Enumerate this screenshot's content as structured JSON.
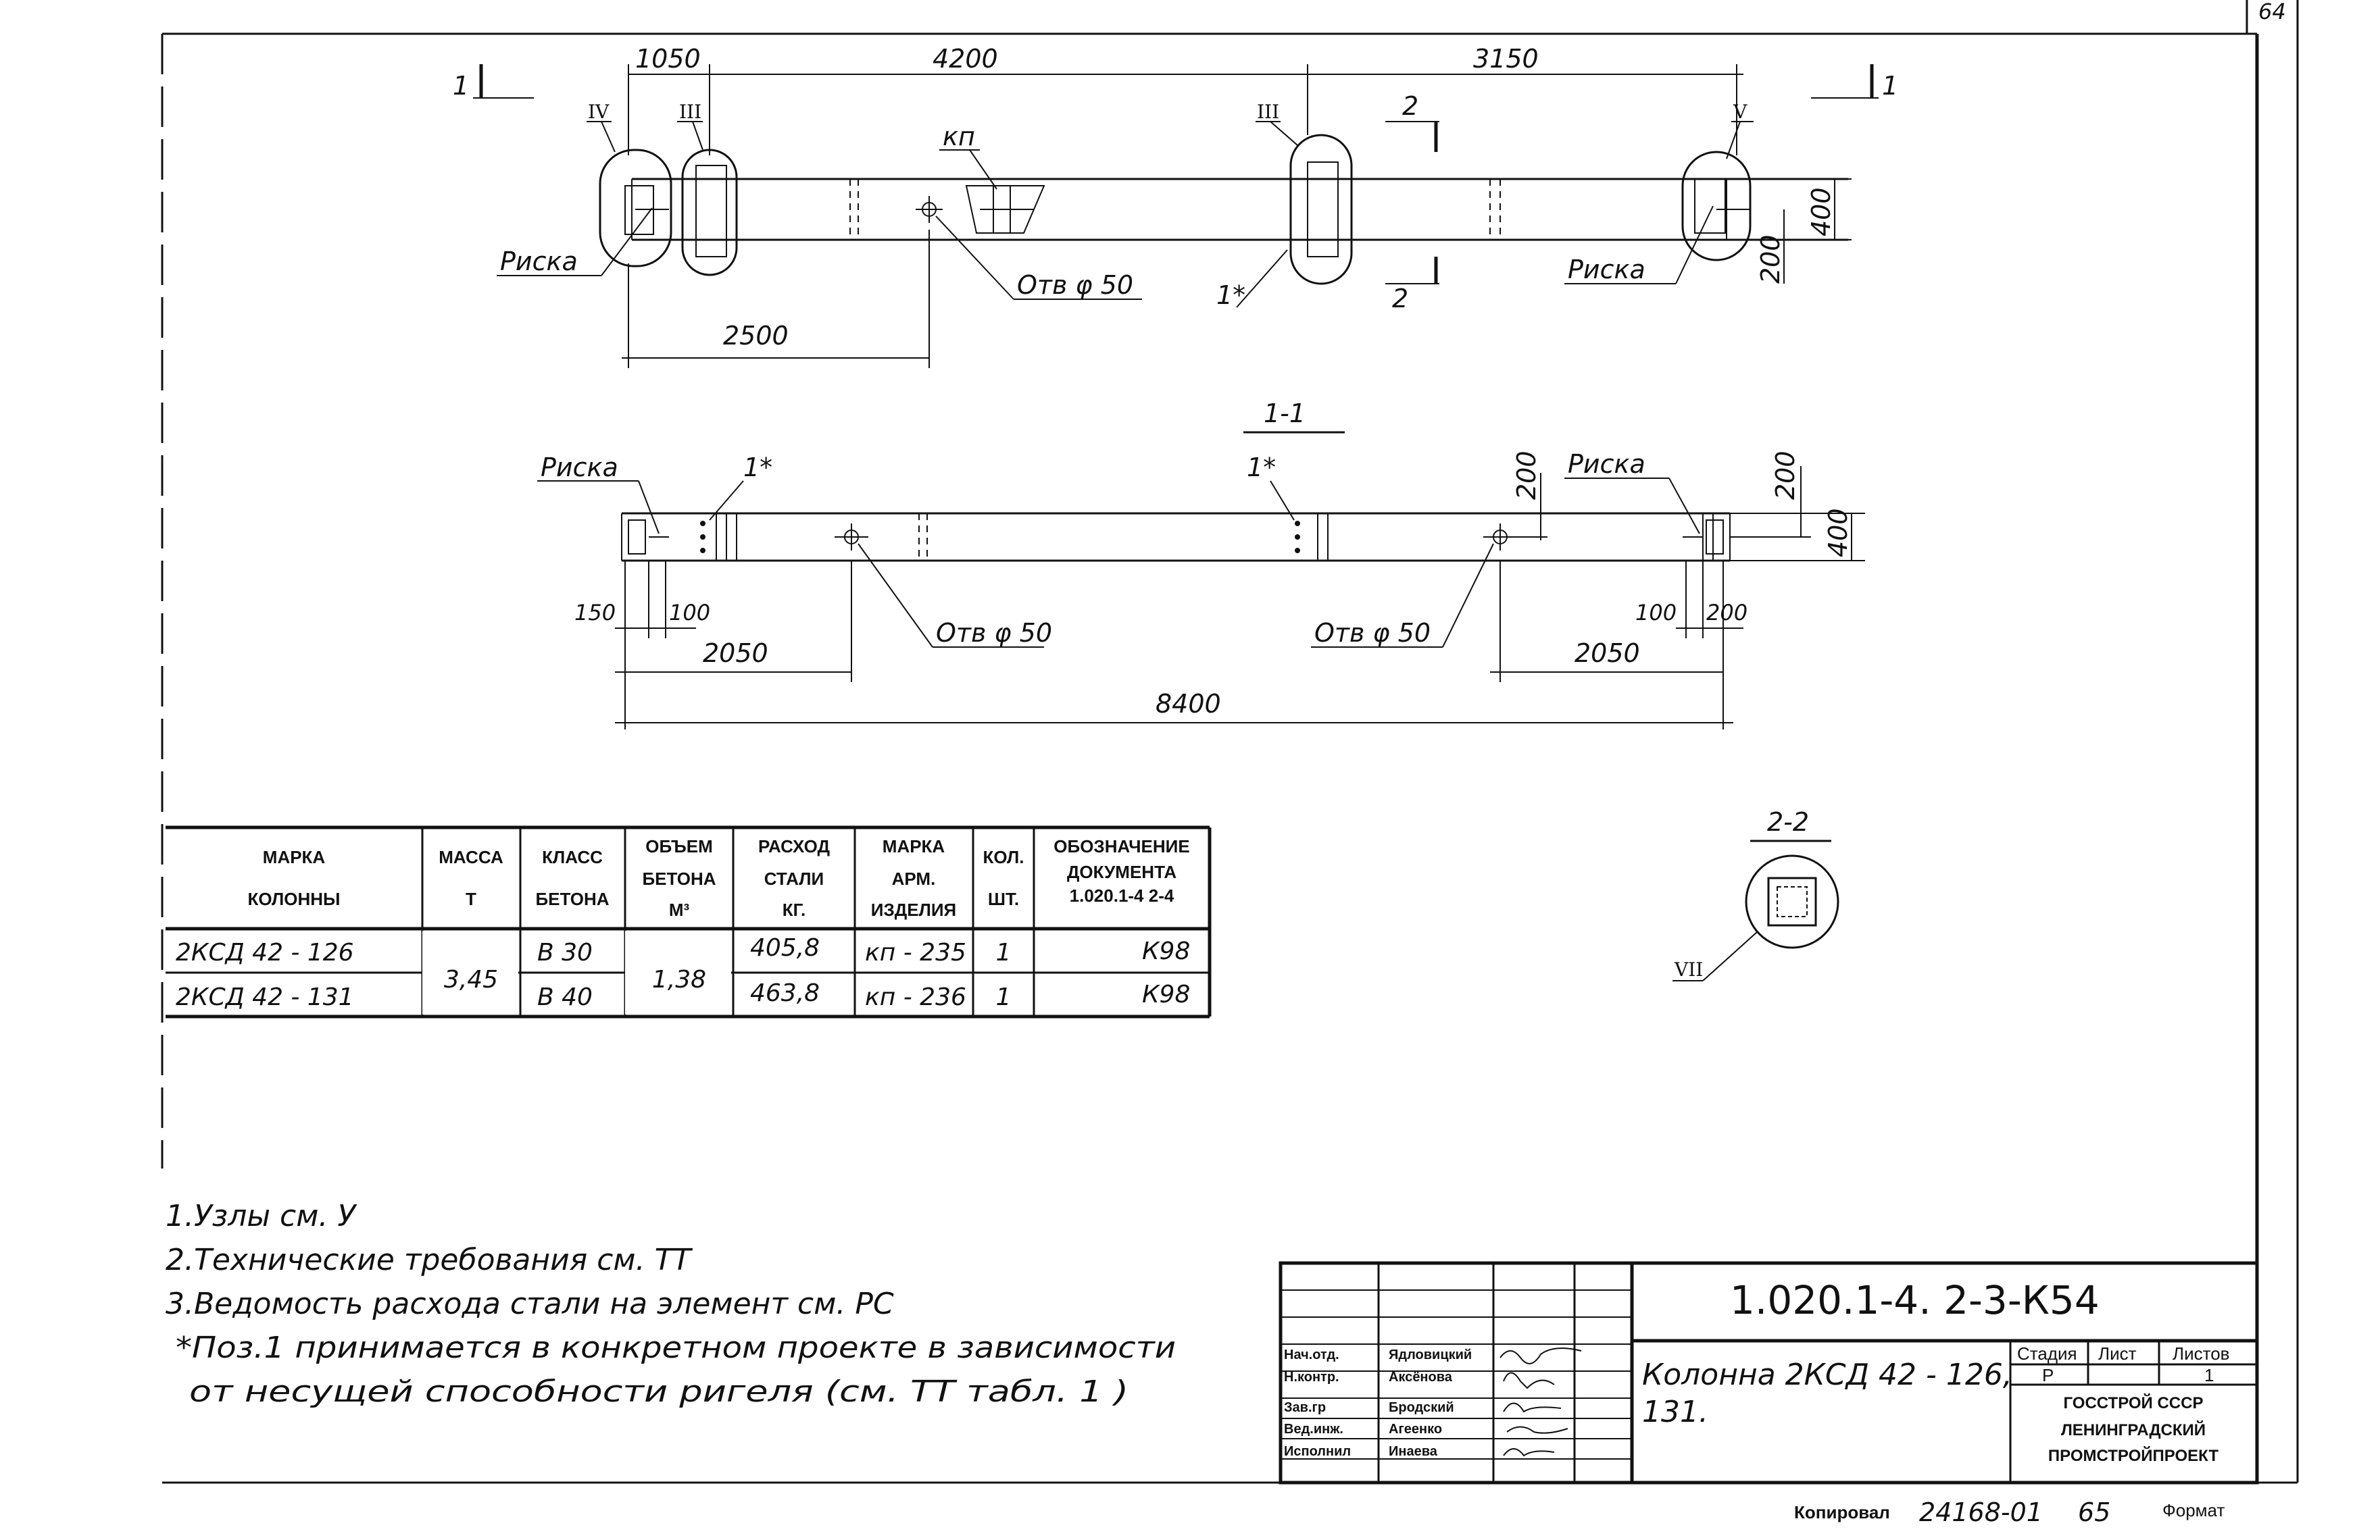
{
  "sheet": {
    "page_number": "64",
    "plan_dims": {
      "d1050": "1050",
      "d4200": "4200",
      "d3150": "3150",
      "d2500": "2500",
      "d400": "400",
      "d200": "200"
    },
    "plan_labels": {
      "riska_left": "Риска",
      "riska_right": "Риска",
      "kp": "кп",
      "otv_phi50": "Отв φ 50",
      "pos_1star": "1*",
      "section_1_left": "1",
      "section_1_right": "1",
      "section_2_top": "2",
      "section_2_bottom": "2",
      "node_IV": "IV",
      "node_III": "III",
      "node_III_b": "III",
      "node_V": "V"
    },
    "section_1_1": {
      "title": "1-1",
      "riska_left": "Риска",
      "riska_right": "Риска",
      "pos_1star_a": "1*",
      "pos_1star_b": "1*",
      "otv_left": "Отв φ 50",
      "otv_right": "Отв φ 50",
      "d200_a": "200",
      "d200_b": "200",
      "d400": "400",
      "d150": "150",
      "d100_left": "100",
      "d100_right": "100",
      "d200_right": "200",
      "d2050_left": "2050",
      "d2050_right": "2050",
      "d8400": "8400"
    },
    "section_2_2": {
      "title": "2-2",
      "node_VII": "VII"
    },
    "table": {
      "headers": [
        [
          "МАРКА",
          "КОЛОННЫ"
        ],
        [
          "МАССА",
          "Т"
        ],
        [
          "КЛАСС",
          "БЕТОНА"
        ],
        [
          "ОБЪЕМ",
          "БЕТОНА",
          "М³"
        ],
        [
          "РАСХОД",
          "СТАЛИ",
          "КГ."
        ],
        [
          "МАРКА",
          "АРМ.",
          "ИЗДЕЛИЯ"
        ],
        [
          "КОЛ.",
          "ШТ."
        ],
        [
          "ОБОЗНАЧЕНИЕ",
          "ДОКУМЕНТА",
          "1.020.1-4 2-4"
        ]
      ],
      "rows": [
        [
          "2КСД 42 - 126",
          "3,45",
          "В 30",
          "1,38",
          "405,8",
          "кп - 235",
          "1",
          "К98"
        ],
        [
          "2КСД 42 - 131",
          "",
          "В 40",
          "",
          "463,8",
          "кп - 236",
          "1",
          "К98"
        ]
      ]
    },
    "notes": [
      "1.Узлы см. У",
      "2.Технические требования см. ТТ",
      "3.Ведомость расхода стали на элемент см. РС",
      "*Поз.1 принимается в конкретном проекте в зависимости",
      "от несущей способности ригеля (см. ТТ табл. 1 )"
    ],
    "title_block": {
      "roles": [
        "Нач.отд.",
        "Н.контр.",
        "Зав.гр",
        "Вед.инж.",
        "Исполнил"
      ],
      "names": [
        "Ядловицкий",
        "Аксёнова",
        "Бродский",
        "Агеенко",
        "Инаева"
      ],
      "doc_code": "1.020.1-4.   2-3-К54",
      "title": [
        "Колонна 2КСД 42 - 126,",
        "131."
      ],
      "stage_headers": [
        "Стадия",
        "Лист",
        "Листов"
      ],
      "stage_values": [
        "Р",
        "",
        "1"
      ],
      "org": [
        "ГОССТРОЙ СССР",
        "ЛЕНИНГРАДСКИЙ",
        "ПРОМСТРОЙПРОЕКТ"
      ]
    },
    "footer": {
      "copied_label": "Копировал",
      "copy_number": "24168-01",
      "sheet_no": "65",
      "format_label": "Формат"
    }
  }
}
